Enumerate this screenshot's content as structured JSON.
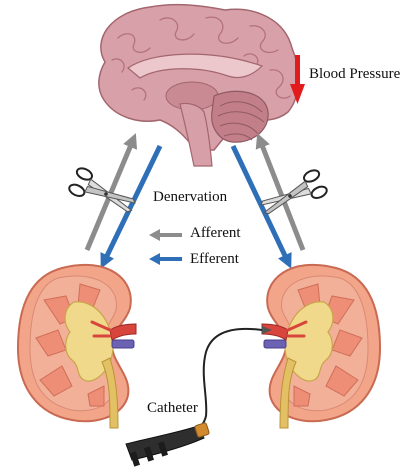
{
  "labels": {
    "blood_pressure": "Blood Pressure",
    "denervation": "Denervation",
    "afferent": "Afferent",
    "efferent": "Efferent",
    "catheter": "Catheter"
  },
  "colors": {
    "afferent_arrow": "#8c8c8c",
    "efferent_arrow": "#2e6fb7",
    "blood_pressure_arrow": "#e21c1c",
    "brain": "#d9a0a8",
    "kidney_cortex": "#ee9c82",
    "renal_pelvis": "#f2d98a",
    "renal_artery": "#d8453d",
    "renal_vein": "#6c62b4",
    "ureter": "#e3c064"
  },
  "icons": [
    "brain-illustration",
    "kidney-illustration",
    "scissors-icon",
    "catheter-device",
    "blood-pressure-down-arrow"
  ]
}
